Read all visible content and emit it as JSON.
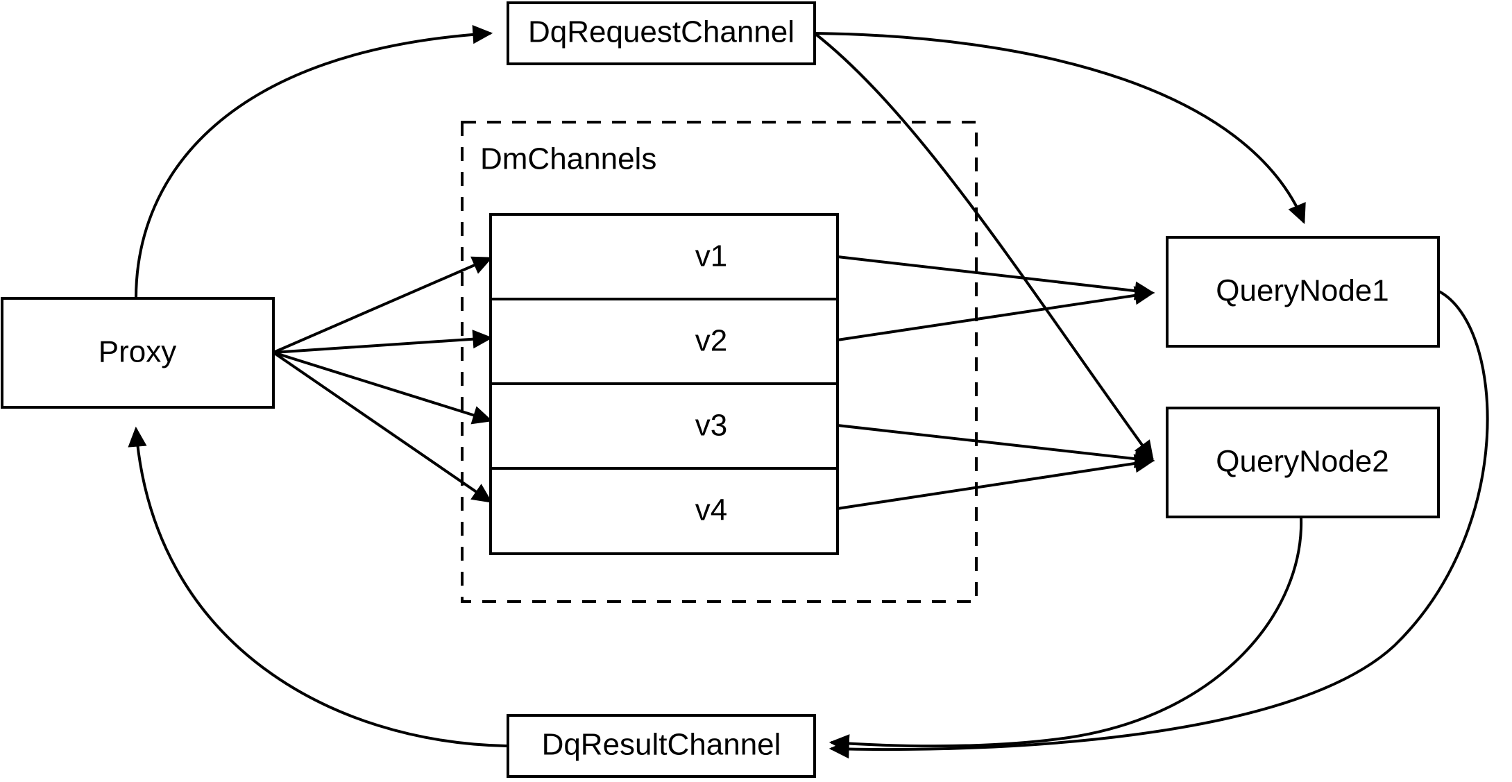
{
  "diagram": {
    "title": "Milvus distributed query message flow",
    "background_color": "#ffffff",
    "stroke_color": "#000000",
    "nodes": {
      "proxy": {
        "label": "Proxy"
      },
      "dq_request_channel": {
        "label": "DqRequestChannel"
      },
      "dq_result_channel": {
        "label": "DqResultChannel"
      },
      "query_node_1": {
        "label": "QueryNode1"
      },
      "query_node_2": {
        "label": "QueryNode2"
      }
    },
    "group": {
      "label": "DmChannels",
      "style": "dashed",
      "cells": [
        {
          "label": "v1"
        },
        {
          "label": "v2"
        },
        {
          "label": "v3"
        },
        {
          "label": "v4"
        }
      ]
    },
    "edges": [
      {
        "from": "Proxy",
        "to": "DqRequestChannel"
      },
      {
        "from": "Proxy",
        "to": "v1"
      },
      {
        "from": "Proxy",
        "to": "v2"
      },
      {
        "from": "Proxy",
        "to": "v3"
      },
      {
        "from": "Proxy",
        "to": "v4"
      },
      {
        "from": "v1",
        "to": "QueryNode1"
      },
      {
        "from": "v2",
        "to": "QueryNode1"
      },
      {
        "from": "v3",
        "to": "QueryNode2"
      },
      {
        "from": "v4",
        "to": "QueryNode2"
      },
      {
        "from": "DqRequestChannel",
        "to": "QueryNode1"
      },
      {
        "from": "DqRequestChannel",
        "to": "QueryNode2"
      },
      {
        "from": "QueryNode1",
        "to": "DqResultChannel"
      },
      {
        "from": "QueryNode2",
        "to": "DqResultChannel"
      },
      {
        "from": "DqResultChannel",
        "to": "Proxy"
      }
    ]
  }
}
